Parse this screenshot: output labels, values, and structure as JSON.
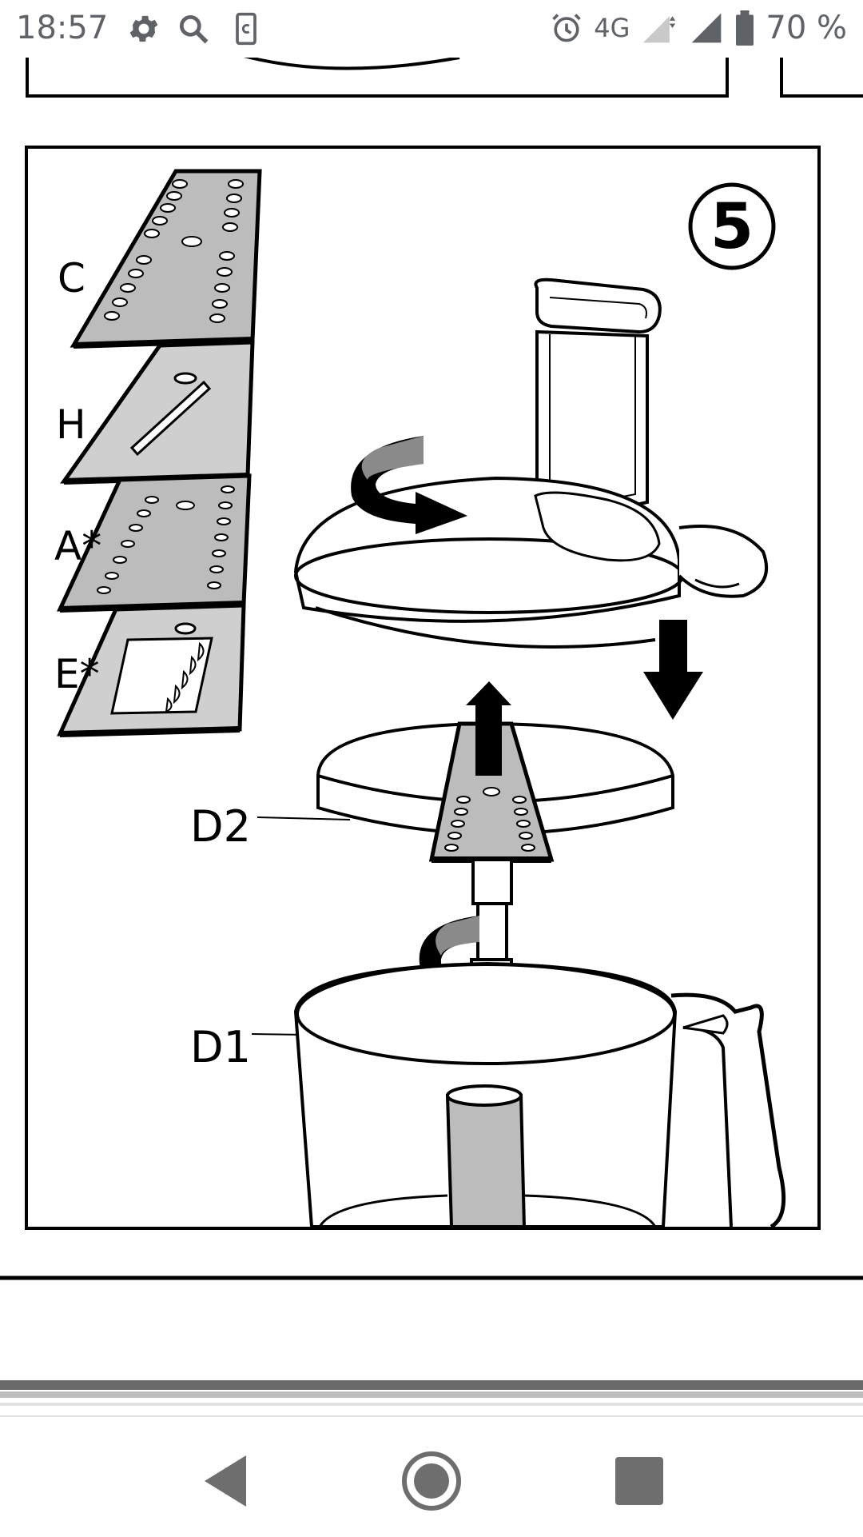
{
  "status_bar": {
    "time": "18:57",
    "network": "4G",
    "battery": "70 %",
    "icons": [
      "gear-icon",
      "search-icon",
      "screenshot-icon",
      "alarm-icon",
      "signal-icon",
      "battery-icon"
    ]
  },
  "figure": {
    "step_number": "5",
    "labels": {
      "c": "C",
      "h": "H",
      "a": "A*",
      "e": "E*",
      "d2": "D2",
      "d1": "D1"
    }
  },
  "nav": {
    "icons": [
      "back-icon",
      "home-icon",
      "recents-icon"
    ]
  }
}
